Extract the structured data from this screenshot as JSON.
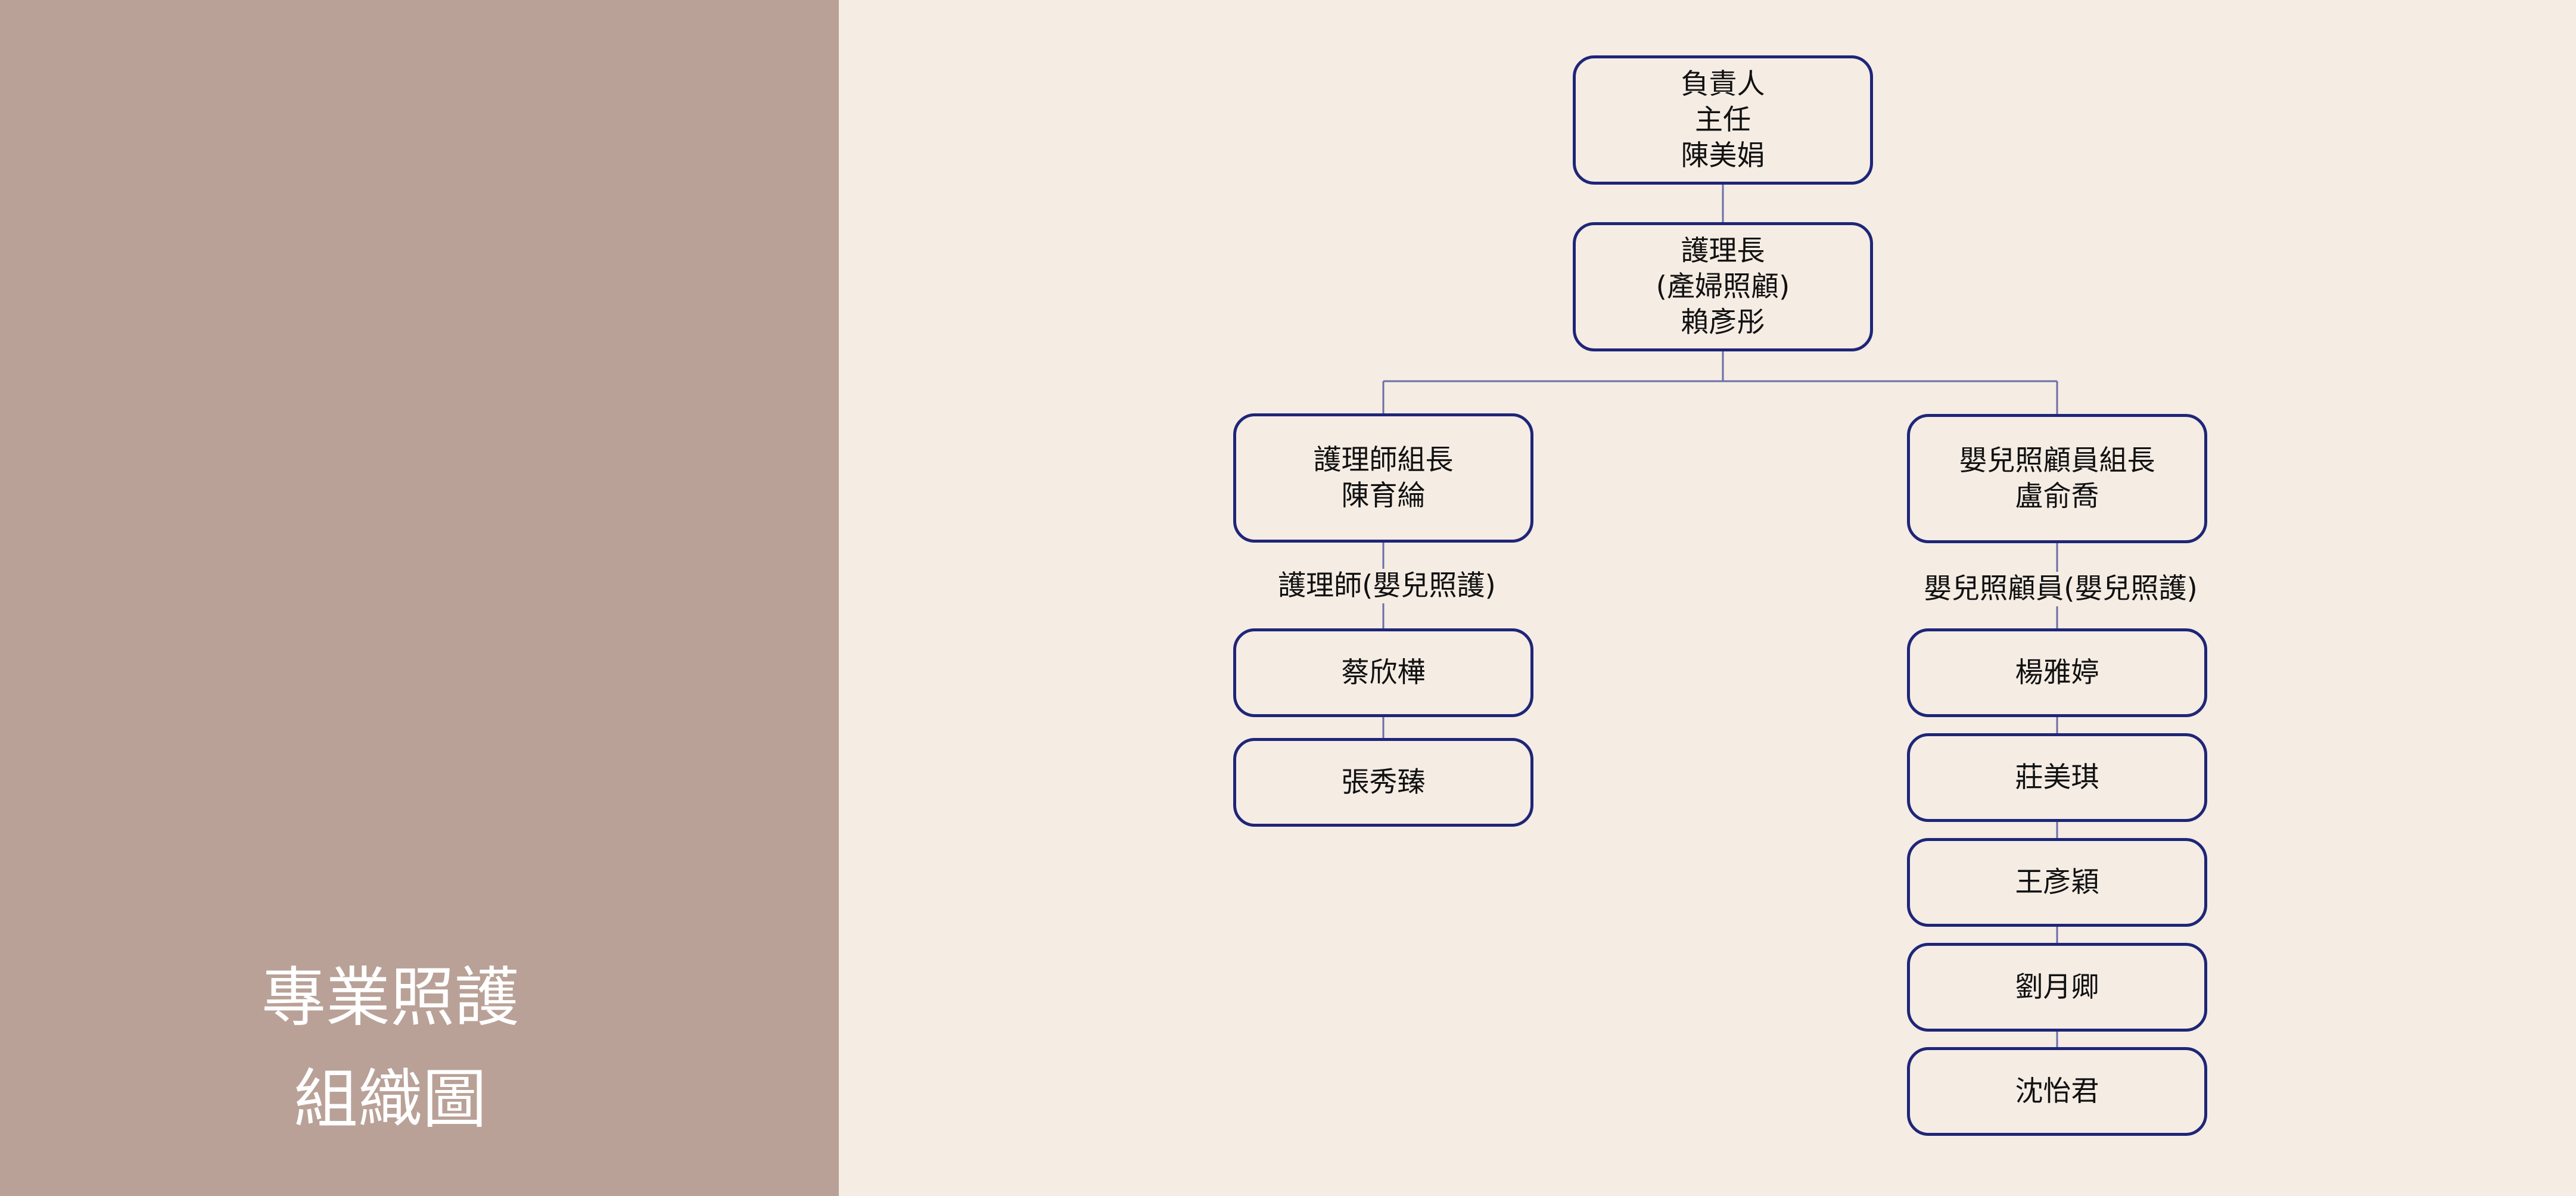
{
  "sidebar": {
    "title_line1": "專業照護",
    "title_line2": "組織圖"
  },
  "org": {
    "head": {
      "role": "負責人",
      "title": "主任",
      "name": "陳美娟"
    },
    "head_nurse": {
      "role": "護理長",
      "dept": "(產婦照顧)",
      "name": "賴彥彤"
    },
    "nurse_lead": {
      "role": "護理師組長",
      "name": "陳育綸"
    },
    "nurse_group_label": "護理師(嬰兒照護)",
    "nurses": [
      "蔡欣樺",
      "張秀臻"
    ],
    "caregiver_lead": {
      "role": "嬰兒照顧員組長",
      "name": "盧俞喬"
    },
    "caregiver_group_label": "嬰兒照顧員(嬰兒照護)",
    "caregivers": [
      "楊雅婷",
      "莊美琪",
      "王彥穎",
      "劉月卿",
      "沈怡君"
    ]
  },
  "colors": {
    "sidebar_bg": "#b9a197",
    "page_bg": "#f5ece4",
    "box_border": "#1e2678",
    "connector": "#6b6fa8"
  }
}
